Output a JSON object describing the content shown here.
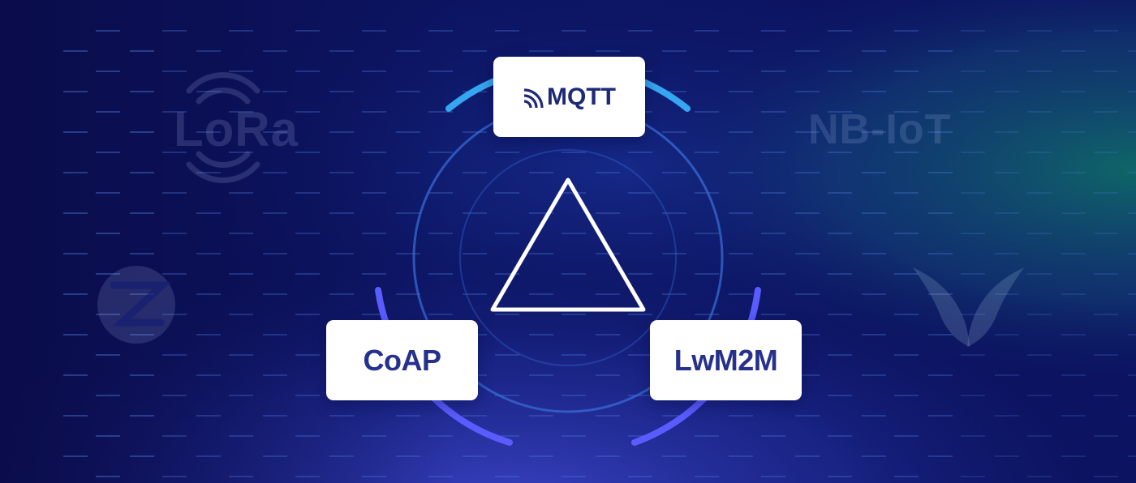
{
  "protocols": {
    "top": "MQTT",
    "left": "CoAP",
    "right": "LwM2M"
  },
  "background_logos": {
    "top_left": "LoRa",
    "top_right": "NB-IoT",
    "bottom_left_icon": "zigbee-icon",
    "bottom_right_icon": "z-wave-icon"
  },
  "colors": {
    "background_dark": "#0c1461",
    "background_glow": "#2f3fb0",
    "corner_teal": "#0f5a5a",
    "arc_top": "#35a6f0",
    "arc_sides": "#5a5cff",
    "card_text": "#25318c",
    "dash": "#4f7fe0"
  }
}
